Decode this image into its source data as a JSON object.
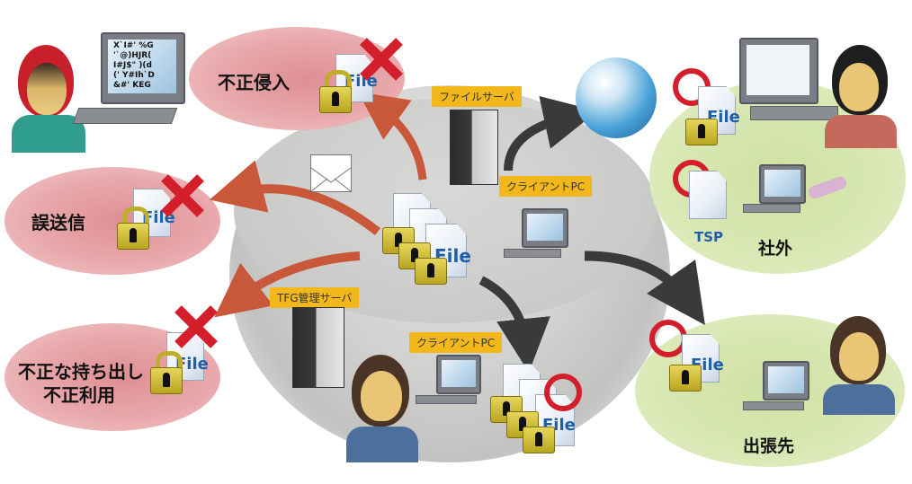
{
  "threats": [
    {
      "label": "不正侵入",
      "status": "blocked"
    },
    {
      "label": "誤送信",
      "status": "blocked"
    },
    {
      "label": "不正な持ち出し",
      "label2": "不正利用",
      "status": "blocked"
    }
  ],
  "allowed_zones": [
    {
      "label": "社外",
      "status": "allowed",
      "extra_label": "TSP"
    },
    {
      "label": "出張先",
      "status": "allowed"
    }
  ],
  "center": {
    "file_server_tag": "ファイルサーバ",
    "client_pc_tag_top": "クライアントPC",
    "tfg_server_tag": "TFG管理サーバ",
    "client_pc_tag_bottom": "クライアントPC",
    "file_text": "File"
  },
  "attacker_screen_lines": [
    "X`I#' %G",
    "'`@)HJR(",
    "I#J$\" )(d",
    "(' Y#Ih`D",
    "&#' KEG"
  ],
  "colors": {
    "threat_ellipse": "#e8a9ac",
    "safe_ellipse": "#d9e8b4",
    "cross_red": "#d31f2b",
    "ring_red": "#d31f2b",
    "tag_yellow": "#f2b71a",
    "threat_arrow": "#c9573a",
    "flow_arrow": "#3a3a3a",
    "file_blue": "#1f5fa8"
  }
}
